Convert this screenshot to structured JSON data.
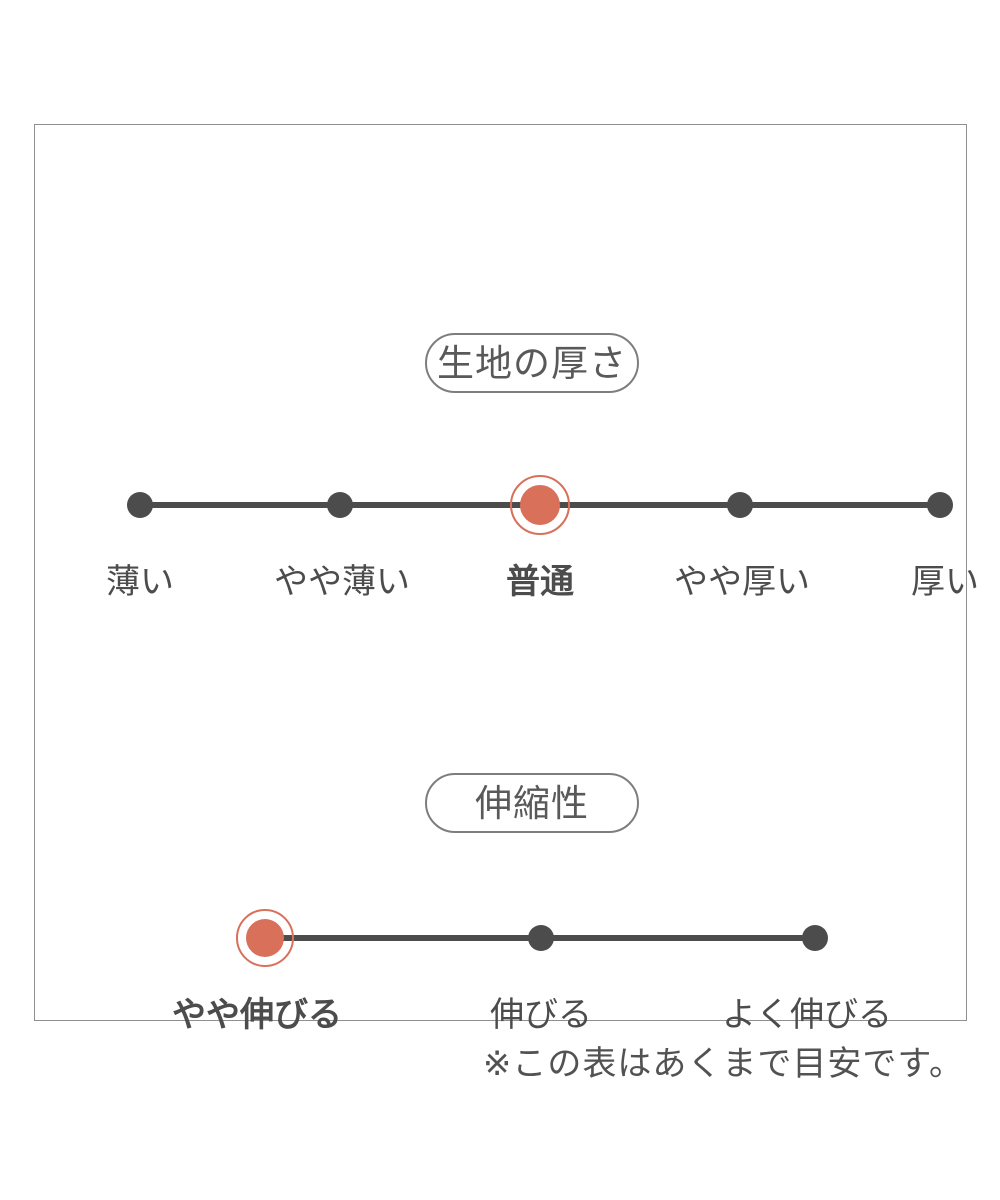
{
  "colors": {
    "accent": "#d8705a",
    "ink": "#4c4c4c",
    "frameBorder": "#8f8f8f",
    "pillBorder": "#7d7d7d"
  },
  "note": "※この表はあくまで目安です。",
  "chart_data": [
    {
      "type": "rating-scale",
      "title": "生地の厚さ",
      "categories": [
        "薄い",
        "やや薄い",
        "普通",
        "やや厚い",
        "厚い"
      ],
      "selected_index": 2,
      "selected_label": "普通",
      "num_levels": 5
    },
    {
      "type": "rating-scale",
      "title": "伸縮性",
      "categories": [
        "やや伸びる",
        "伸びる",
        "よく伸びる"
      ],
      "selected_index": 0,
      "selected_label": "やや伸びる",
      "num_levels": 3
    }
  ]
}
